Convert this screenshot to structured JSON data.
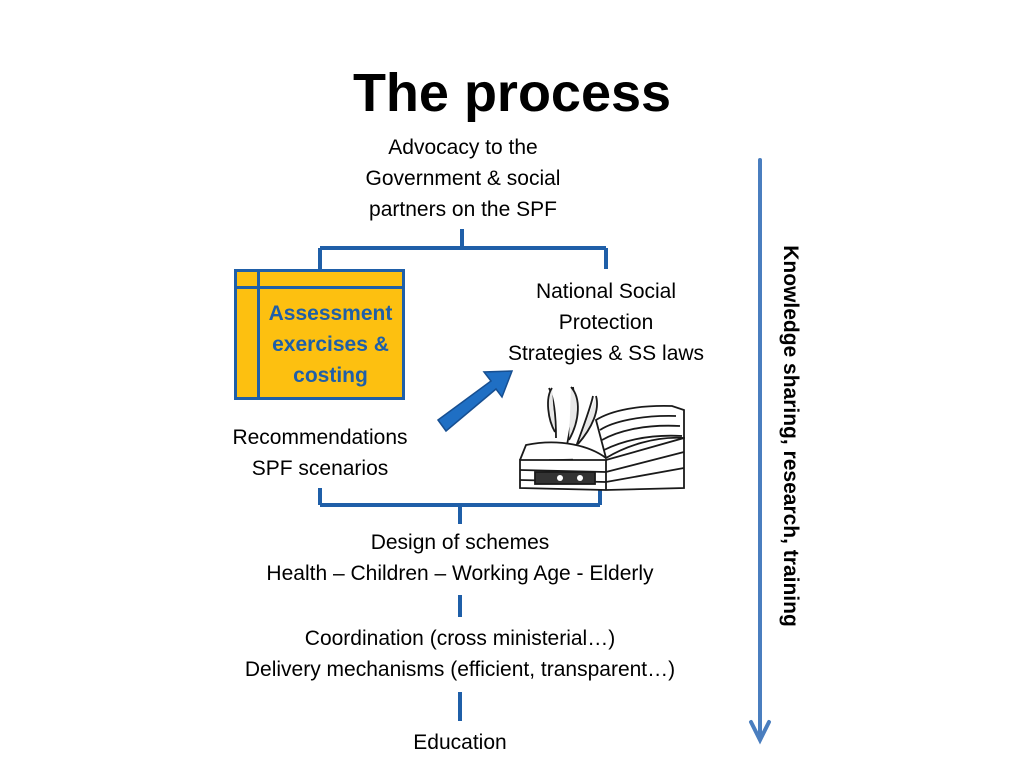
{
  "title": "The process",
  "nodes": {
    "advocacy": [
      "Advocacy to the",
      "Government & social",
      "partners on the SPF"
    ],
    "assessment": [
      "Assessment",
      "exercises &",
      "costing"
    ],
    "national": [
      "National Social",
      "Protection",
      "Strategies & SS laws"
    ],
    "recommendations": [
      "Recommendations",
      "SPF scenarios"
    ],
    "design": [
      "Design of schemes",
      "Health – Children – Working Age - Elderly"
    ],
    "coordination": [
      "Coordination (cross ministerial…)",
      "Delivery mechanisms (efficient, transparent…)"
    ],
    "education": [
      "Education"
    ]
  },
  "side_label": "Knowledge sharing, research, training",
  "colors": {
    "connector": "#1f5fa8",
    "box_fill": "#fdc010",
    "box_text": "#1f5fa8",
    "side_arrow": "#4a7ebf",
    "block_arrow": "#1f6fc4"
  },
  "icons": {
    "book": "open-book-with-quill-pens-icon"
  }
}
